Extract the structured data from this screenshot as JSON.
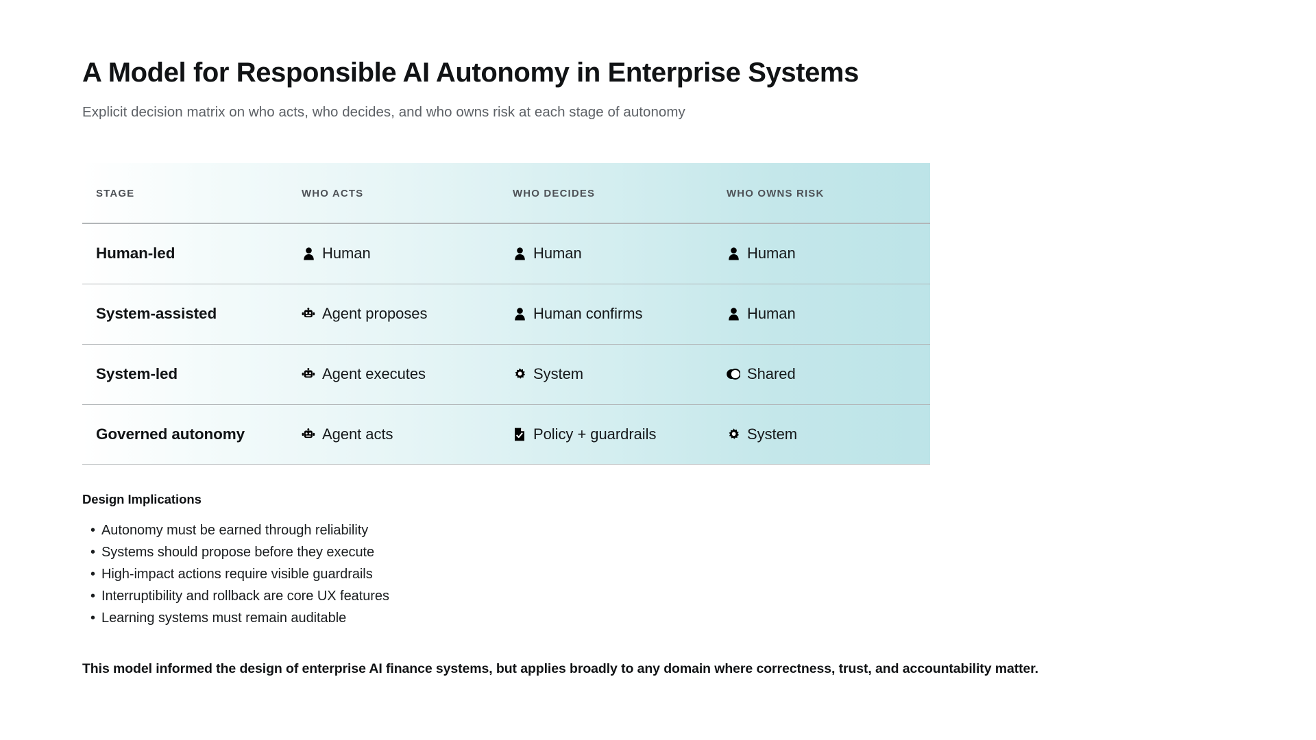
{
  "header": {
    "title": "A Model for Responsible AI Autonomy in Enterprise Systems",
    "subtitle": "Explicit decision matrix on who acts, who decides, and who owns risk at each stage of autonomy"
  },
  "matrix": {
    "columns": [
      {
        "key": "stage",
        "label": "STAGE"
      },
      {
        "key": "acts",
        "label": "WHO ACTS"
      },
      {
        "key": "decides",
        "label": "WHO DECIDES"
      },
      {
        "key": "risk",
        "label": "WHO OWNS RISK"
      }
    ],
    "rows": [
      {
        "stage": "Human-led",
        "acts": {
          "icon": "person-icon",
          "text": "Human"
        },
        "decides": {
          "icon": "person-icon",
          "text": "Human"
        },
        "risk": {
          "icon": "person-icon",
          "text": "Human"
        }
      },
      {
        "stage": "System-assisted",
        "acts": {
          "icon": "robot-icon",
          "text": "Agent proposes"
        },
        "decides": {
          "icon": "person-icon",
          "text": "Human confirms"
        },
        "risk": {
          "icon": "person-icon",
          "text": "Human"
        }
      },
      {
        "stage": "System-led",
        "acts": {
          "icon": "robot-icon",
          "text": "Agent executes"
        },
        "decides": {
          "icon": "gear-icon",
          "text": "System"
        },
        "risk": {
          "icon": "shared-circles-icon",
          "text": "Shared"
        }
      },
      {
        "stage": "Governed autonomy",
        "acts": {
          "icon": "robot-icon",
          "text": "Agent acts"
        },
        "decides": {
          "icon": "policy-document-check-icon",
          "text": "Policy + guardrails"
        },
        "risk": {
          "icon": "gear-icon",
          "text": "System"
        }
      }
    ]
  },
  "implications": {
    "title": "Design Implications",
    "bullet_glyph": "•",
    "items": [
      "Autonomy must be earned through reliability",
      "Systems should propose before they execute",
      "High-impact actions require visible guardrails",
      "Interruptibility and rollback are core UX features",
      "Learning systems must remain auditable"
    ]
  },
  "footnote": {
    "text": "This model informed the design of enterprise AI finance systems, but applies broadly to any domain where correctness, trust, and accountability matter."
  },
  "colors": {
    "gradient_start": "#ffffff",
    "gradient_end": "#bde4e8",
    "divider": "#b2b6b8",
    "title": "#111315",
    "subtitle": "#5d6166",
    "column_header": "#4e5257"
  }
}
